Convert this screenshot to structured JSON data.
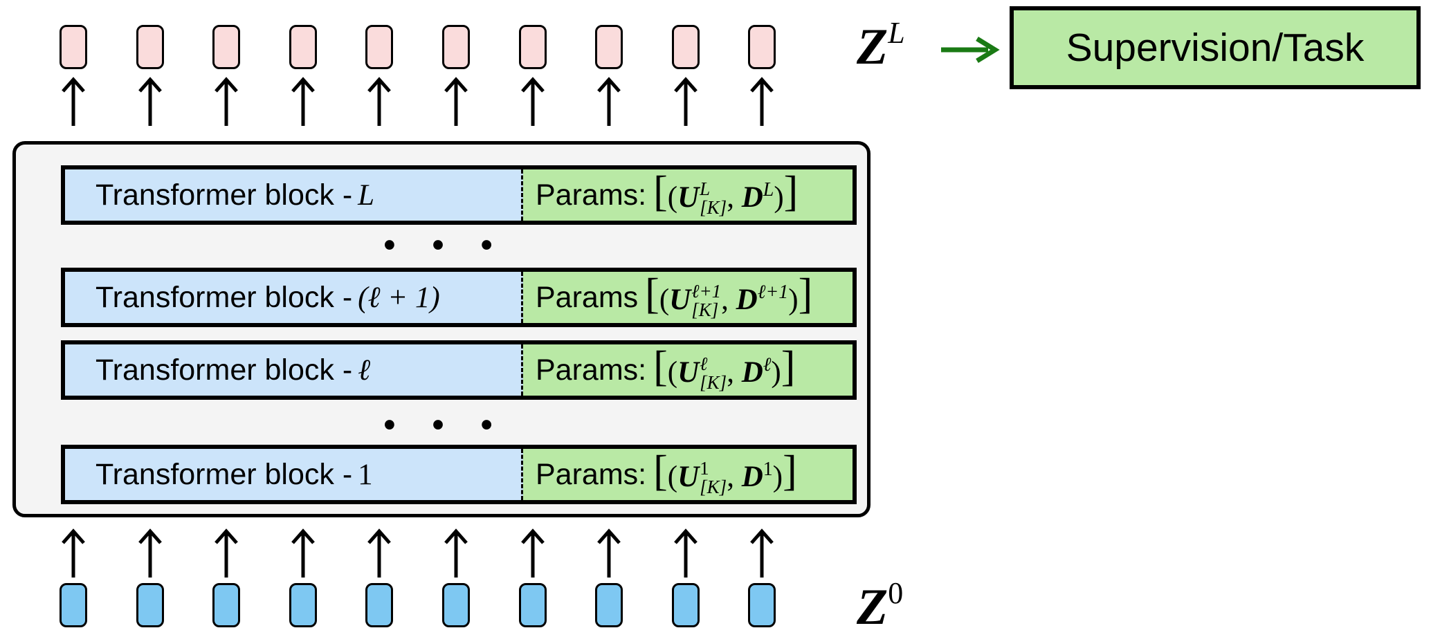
{
  "tokens": {
    "count": 10,
    "output_color": "#fadcdc",
    "input_color": "#7ec8f2"
  },
  "output_label": {
    "symbol": "Z",
    "superscript": "L"
  },
  "input_label": {
    "symbol": "Z",
    "superscript": "0"
  },
  "task_box": {
    "label": "Supervision/Task",
    "color": "#b9e9a5"
  },
  "arrow_color_task": "#1a7a14",
  "dots": "• • •",
  "blocks": [
    {
      "left_text": "Transformer block - ",
      "index": "L",
      "params_label": "Params:",
      "U": "U",
      "U_sup": "L",
      "U_sub": "[K]",
      "D": "D",
      "D_sup": "L"
    },
    {
      "left_text": "Transformer block - ",
      "index": "(ℓ + 1)",
      "params_label": "Params",
      "U": "U",
      "U_sup": "ℓ+1",
      "U_sub": "[K]",
      "D": "D",
      "D_sup": "ℓ+1"
    },
    {
      "left_text": "Transformer block - ",
      "index": "ℓ",
      "params_label": "Params:",
      "U": "U",
      "U_sup": "ℓ",
      "U_sub": "[K]",
      "D": "D",
      "D_sup": "ℓ"
    },
    {
      "left_text": "Transformer block - ",
      "index": "1",
      "params_label": "Params:",
      "U": "U",
      "U_sup": "1",
      "U_sub": "[K]",
      "D": "D",
      "D_sup": "1"
    }
  ],
  "colors": {
    "block_left": "#cce4fa",
    "block_right": "#b9e9a5",
    "container": "#f4f4f4"
  }
}
